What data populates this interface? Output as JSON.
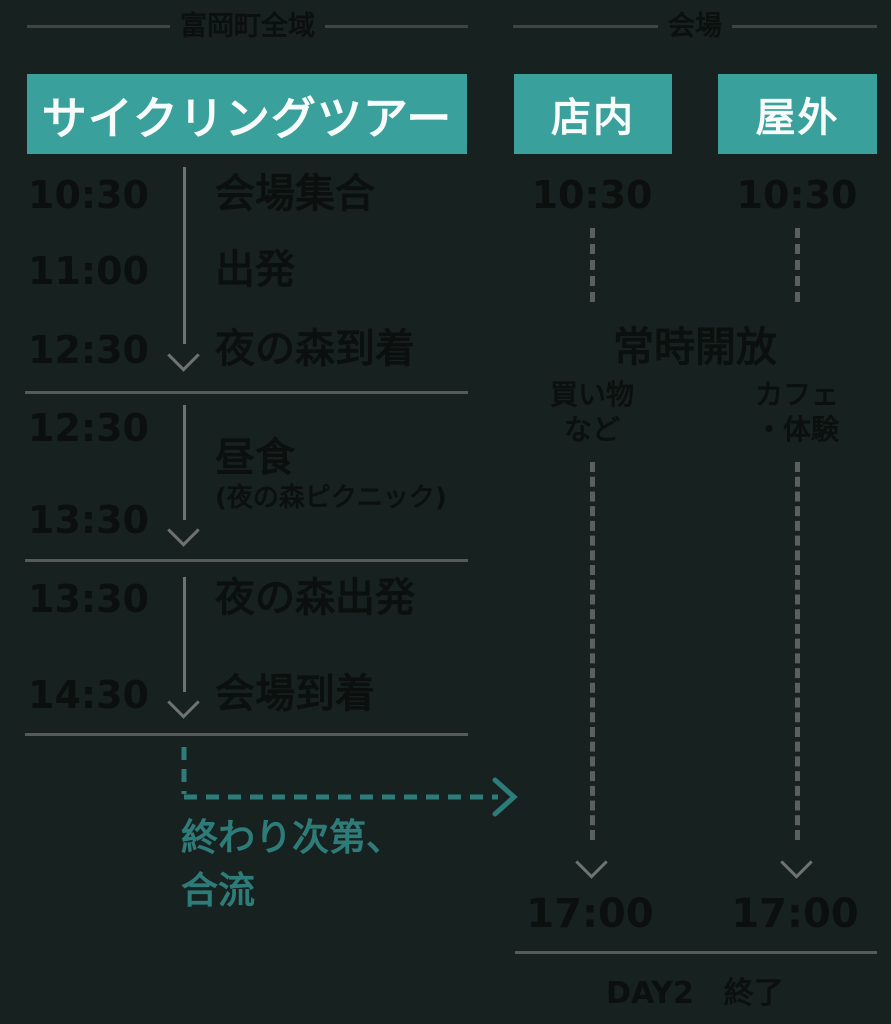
{
  "colors": {
    "background": "#17211f",
    "banner_teal": "#3aa09b",
    "join_teal": "#2e7c79",
    "ink": "#0b100f",
    "line_gray": "#6e7371"
  },
  "left": {
    "header": "富岡町全域",
    "banner": "サイクリングツアー",
    "rows": [
      {
        "time": "10:30",
        "label": "会場集合"
      },
      {
        "time": "11:00",
        "label": "出発"
      },
      {
        "time": "12:30",
        "label": "夜の森到着"
      },
      {
        "time": "12:30",
        "label": "昼食",
        "sublabel": "(夜の森ピクニック)"
      },
      {
        "time": "13:30",
        "label": ""
      },
      {
        "time": "13:30",
        "label": "夜の森出発"
      },
      {
        "time": "14:30",
        "label": "会場到着"
      }
    ],
    "join_note": [
      "終わり次第、",
      "合流"
    ]
  },
  "right": {
    "header": "会場",
    "always_open": "常時開放",
    "columns": [
      {
        "name": "店内",
        "start": "10:30",
        "note": [
          "買い物",
          "など"
        ],
        "end": "17:00"
      },
      {
        "name": "屋外",
        "start": "10:30",
        "note": [
          "カフェ",
          "・体験"
        ],
        "end": "17:00"
      }
    ],
    "footer": "DAY2　終了"
  }
}
